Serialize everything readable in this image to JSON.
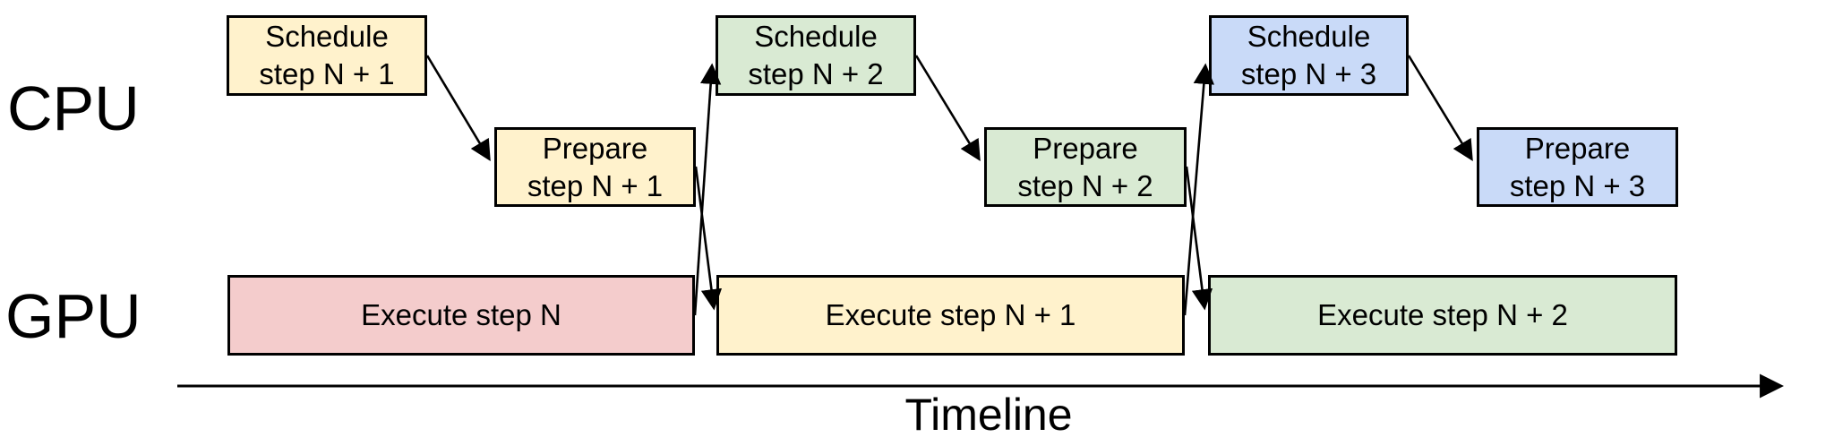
{
  "diagram": {
    "lanes": [
      {
        "id": "cpu",
        "label": "CPU"
      },
      {
        "id": "gpu",
        "label": "GPU"
      }
    ],
    "axis": {
      "label": "Timeline"
    },
    "colors": {
      "step_n_fill": "#F4CCCC",
      "step_n_plus_1_fill": "#FFF2CC",
      "step_n_plus_2_fill": "#D9EAD3",
      "step_n_plus_3_fill": "#C9DAF8",
      "box_border": "#000000",
      "arrow": "#000000"
    },
    "cpu_boxes": [
      {
        "id": "schedule-step-n-plus-1",
        "text": "Schedule\nstep N + 1",
        "fill": "#FFF2CC"
      },
      {
        "id": "prepare-step-n-plus-1",
        "text": "Prepare\nstep N + 1",
        "fill": "#FFF2CC"
      },
      {
        "id": "schedule-step-n-plus-2",
        "text": "Schedule\nstep N + 2",
        "fill": "#D9EAD3"
      },
      {
        "id": "prepare-step-n-plus-2",
        "text": "Prepare\nstep N + 2",
        "fill": "#D9EAD3"
      },
      {
        "id": "schedule-step-n-plus-3",
        "text": "Schedule\nstep N + 3",
        "fill": "#C9DAF8"
      },
      {
        "id": "prepare-step-n-plus-3",
        "text": "Prepare\nstep N + 3",
        "fill": "#C9DAF8"
      }
    ],
    "gpu_boxes": [
      {
        "id": "execute-step-n",
        "text": "Execute step N",
        "fill": "#F4CCCC"
      },
      {
        "id": "execute-step-n-plus-1",
        "text": "Execute step N + 1",
        "fill": "#FFF2CC"
      },
      {
        "id": "execute-step-n-plus-2",
        "text": "Execute step N + 2",
        "fill": "#D9EAD3"
      }
    ]
  }
}
